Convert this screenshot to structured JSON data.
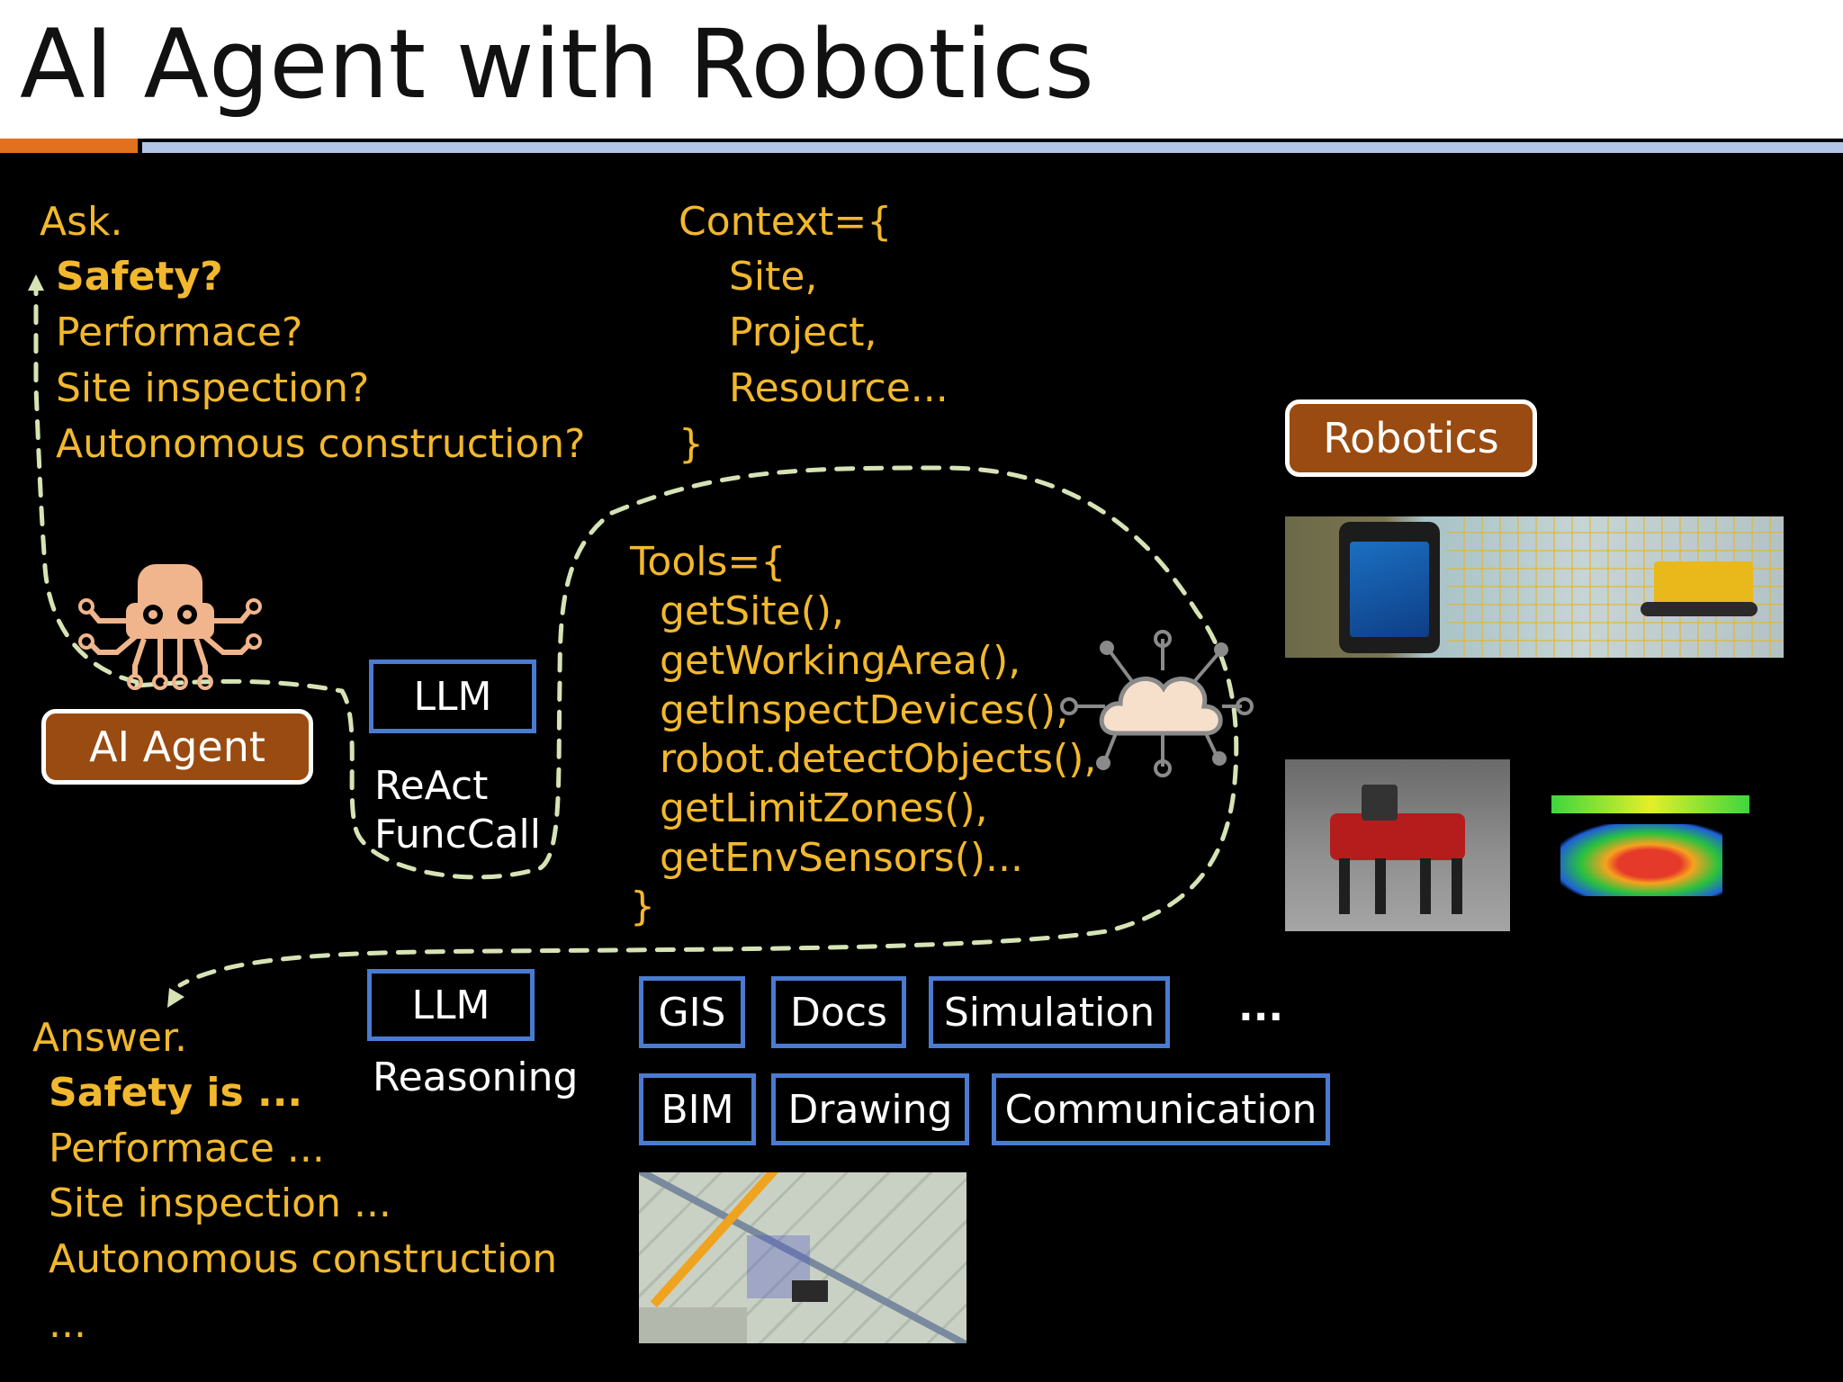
{
  "title": "AI Agent with Robotics",
  "ask": {
    "heading": "Ask.",
    "items": [
      "Safety?",
      "Performace?",
      "Site inspection?",
      "Autonomous construction?"
    ]
  },
  "context": {
    "open": "Context={",
    "items": [
      "Site,",
      "Project,",
      "Resource..."
    ],
    "close": "}"
  },
  "robotics_label": "Robotics",
  "agent_label": "AI Agent",
  "llm_top": {
    "label": "LLM",
    "caption_1": "ReAct",
    "caption_2": "FuncCall"
  },
  "tools": {
    "open": "Tools={",
    "items": [
      "getSite(),",
      "getWorkingArea(),",
      "getInspectDevices(),",
      "robot.detectObjects(),",
      "getLimitZones(),",
      "getEnvSensors()..."
    ],
    "close": "}"
  },
  "llm_bottom": {
    "label": "LLM",
    "caption": "Reasoning"
  },
  "answer": {
    "heading": "Answer.",
    "items": [
      "Safety is ...",
      "Performace ...",
      "Site inspection ...",
      "Autonomous construction",
      "..."
    ]
  },
  "sources_row1": [
    "GIS",
    "Docs",
    "Simulation"
  ],
  "sources_more": "...",
  "sources_row2": [
    "BIM",
    "Drawing",
    "Communication"
  ],
  "colors": {
    "accent_yellow": "#f2b82d",
    "brown": "#9a4b11",
    "box_blue": "#4a7bd0",
    "dash": "#d6e3b5"
  },
  "icons": [
    "octopus-agent-icon",
    "cloud-network-icon"
  ]
}
